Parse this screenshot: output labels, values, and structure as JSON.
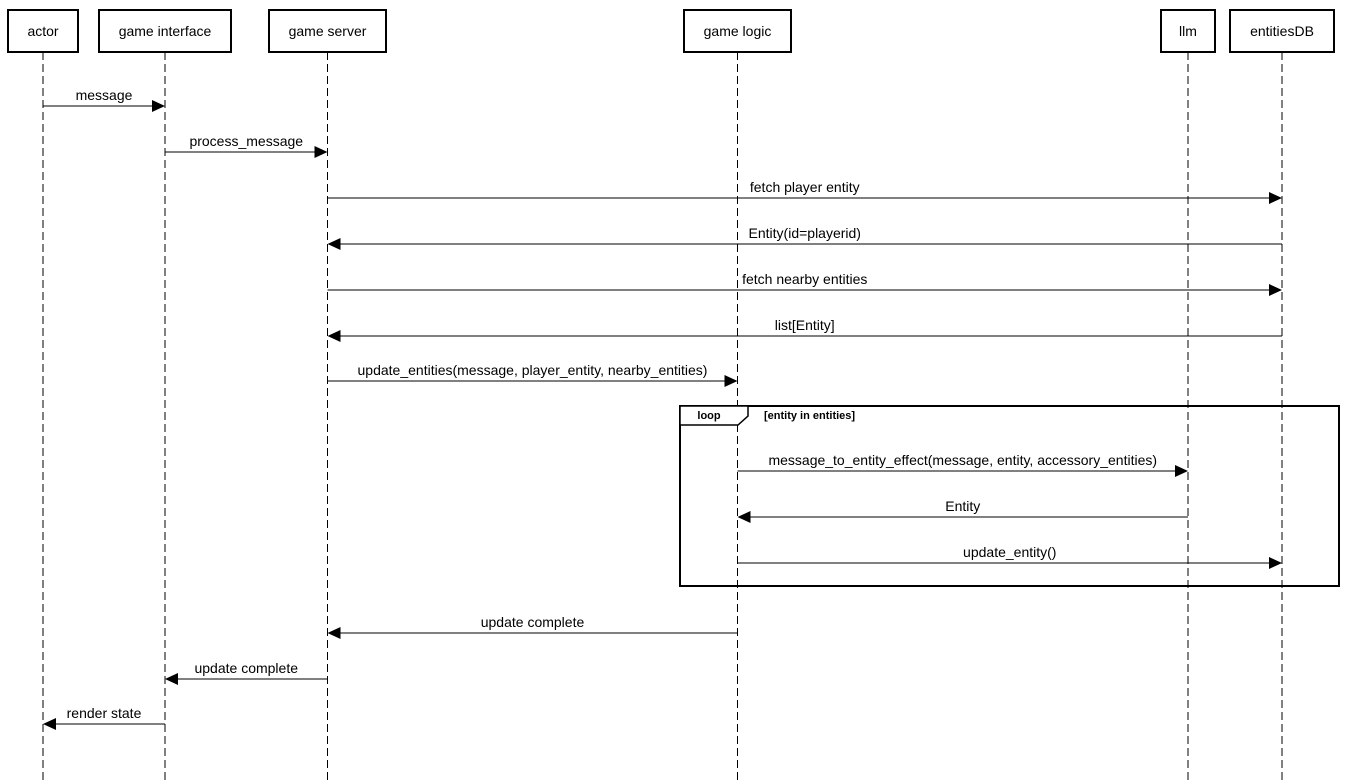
{
  "participants": [
    {
      "id": "actor",
      "label": "actor"
    },
    {
      "id": "game-interface",
      "label": "game interface"
    },
    {
      "id": "game-server",
      "label": "game server"
    },
    {
      "id": "game-logic",
      "label": "game logic"
    },
    {
      "id": "llm",
      "label": "llm"
    },
    {
      "id": "entitiesdb",
      "label": "entitiesDB"
    }
  ],
  "messages": [
    {
      "from": "actor",
      "to": "game-interface",
      "label": "message"
    },
    {
      "from": "game-interface",
      "to": "game-server",
      "label": "process_message"
    },
    {
      "from": "game-server",
      "to": "entitiesdb",
      "label": "fetch player entity"
    },
    {
      "from": "entitiesdb",
      "to": "game-server",
      "label": "Entity(id=playerid)"
    },
    {
      "from": "game-server",
      "to": "entitiesdb",
      "label": "fetch nearby entities"
    },
    {
      "from": "entitiesdb",
      "to": "game-server",
      "label": "list[Entity]"
    },
    {
      "from": "game-server",
      "to": "game-logic",
      "label": "update_entities(message, player_entity, nearby_entities)"
    },
    {
      "from": "game-logic",
      "to": "llm",
      "label": "message_to_entity_effect(message, entity, accessory_entities)"
    },
    {
      "from": "llm",
      "to": "game-logic",
      "label": "Entity"
    },
    {
      "from": "game-logic",
      "to": "entitiesdb",
      "label": "update_entity()"
    },
    {
      "from": "game-logic",
      "to": "game-server",
      "label": "update complete"
    },
    {
      "from": "game-server",
      "to": "game-interface",
      "label": "update complete"
    },
    {
      "from": "game-interface",
      "to": "actor",
      "label": "render state"
    }
  ],
  "loop_frame": {
    "operator": "loop",
    "guard": "[entity in entities]"
  }
}
